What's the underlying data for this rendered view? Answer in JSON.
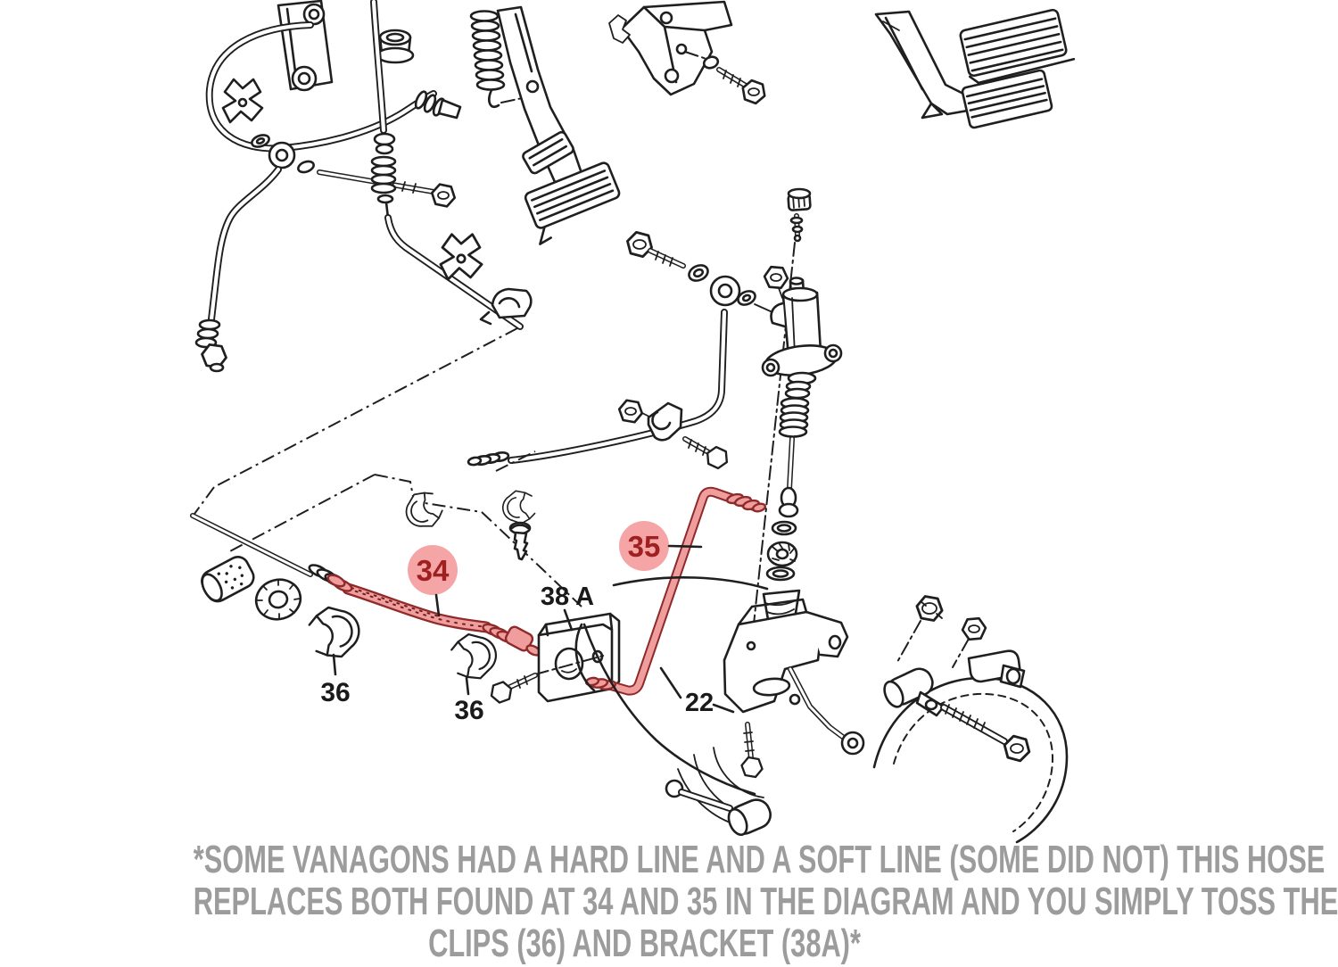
{
  "figure": {
    "type": "exploded-parts-diagram",
    "description": "Vanagon clutch hydraulic system exploded diagram with highlighted hard line and soft line"
  },
  "labels": {
    "n34": "34",
    "n35": "35",
    "n36a": "36",
    "n36b": "36",
    "n38a": "38 A",
    "n22": "22"
  },
  "caption": {
    "line1": "*SOME VANAGONS HAD A HARD LINE AND A SOFT LINE (SOME DID NOT) THIS HOSE",
    "line2": "REPLACES BOTH FOUND AT 34 AND 35 IN THE DIAGRAM AND YOU SIMPLY TOSS THE",
    "line3": "CLIPS (36) AND BRACKET (38A)*"
  },
  "colors": {
    "background": "#ffffff",
    "line_art": "#1f1f1f",
    "label_text": "#1a1a1a",
    "highlight_circle": "#f5a5a5",
    "highlight_number": "#9e2020",
    "hose_fill": "#ef9d9d",
    "hose_stroke": "#8e2a2a",
    "caption_text": "#9c9c9c"
  }
}
